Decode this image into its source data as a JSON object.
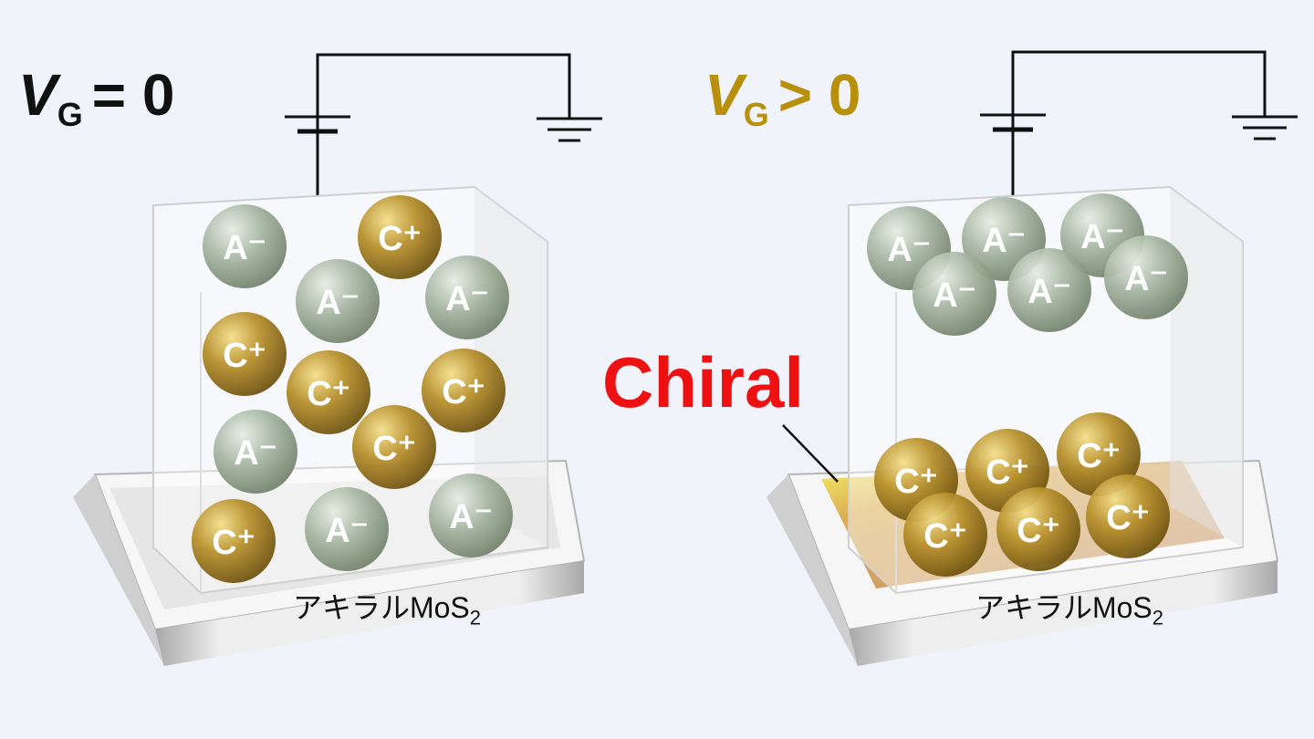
{
  "panels": [
    {
      "gate_label": {
        "v": "V",
        "sub": "G",
        "rel": "= 0"
      },
      "substrate": {
        "name": "アキラルMoS",
        "sub": "2"
      },
      "ions": [
        "A⁻",
        "C⁺",
        "A⁻",
        "A⁻",
        "C⁺",
        "C⁺",
        "C⁺",
        "A⁻",
        "C⁺",
        "C⁺",
        "A⁻",
        "A⁻"
      ]
    },
    {
      "gate_label": {
        "v": "V",
        "sub": "G",
        "rel": "> 0"
      },
      "substrate": {
        "name": "アキラルMoS",
        "sub": "2"
      },
      "annotation": "Chiral",
      "ions": [
        "A⁻",
        "A⁻",
        "A⁻",
        "A⁻",
        "A⁻",
        "A⁻",
        "C⁺",
        "C⁺",
        "C⁺",
        "C⁺",
        "C⁺",
        "C⁺"
      ]
    }
  ],
  "colors": {
    "anion": "#9fb09c",
    "cation": "#b08a24",
    "gate_positive": "#b8900c",
    "chiral": "#ee1111",
    "background": "#f1f3fa"
  }
}
